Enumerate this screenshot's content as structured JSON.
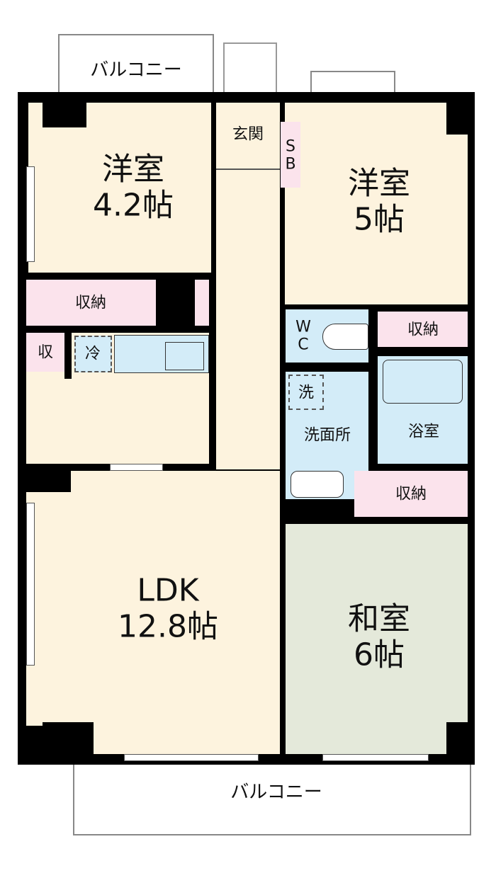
{
  "rooms": {
    "balcony_top": "バルコニー",
    "western_4_2": "洋室\n4.2帖",
    "entrance": "玄関",
    "shoe_box": "S\nB",
    "western_5": "洋室\n5帖",
    "storage_left": "収納",
    "storage_small": "収",
    "fridge": "冷",
    "wc": "W\nC",
    "storage_right": "収納",
    "washer": "洗",
    "washroom": "洗面所",
    "bathroom": "浴室",
    "storage_lower": "収納",
    "ldk": "LDK\n12.8帖",
    "japanese_6": "和室\n6帖",
    "balcony_bottom": "バルコニー"
  },
  "colors": {
    "western": "#fdf3de",
    "storage": "#fbe3ec",
    "water": "#d3ecf8",
    "japanese": "#e4e9da"
  }
}
